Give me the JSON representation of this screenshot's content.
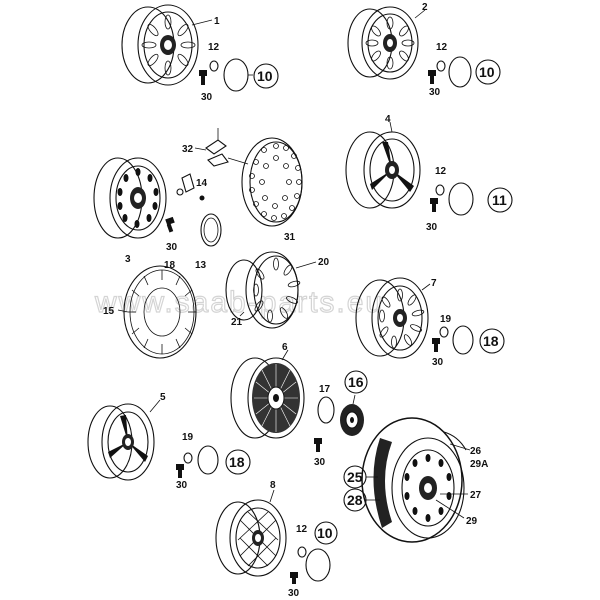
{
  "watermark": "www.saab-parts.eu",
  "callouts": {
    "c1": "1",
    "c2": "2",
    "c3": "3",
    "c4": "4",
    "c5": "5",
    "c6": "6",
    "c7": "7",
    "c8": "8",
    "c10a": "10",
    "c10b": "10",
    "c10c": "10",
    "c11": "11",
    "c12a": "12",
    "c12b": "12",
    "c12c": "12",
    "c12d": "12",
    "c13": "13",
    "c14": "14",
    "c15": "15",
    "c16": "16",
    "c17": "17",
    "c18": "18",
    "c18a": "18",
    "c18b": "18",
    "c19a": "19",
    "c19b": "19",
    "c20": "20",
    "c21": "21",
    "c25": "25",
    "c26": "26",
    "c27": "27",
    "c28": "28",
    "c29": "29",
    "c29A": "29A",
    "c30a": "30",
    "c30b": "30",
    "c30c": "30",
    "c30d": "30",
    "c30e": "30",
    "c30f": "30",
    "c30g": "30",
    "c31": "31",
    "c32": "32"
  }
}
